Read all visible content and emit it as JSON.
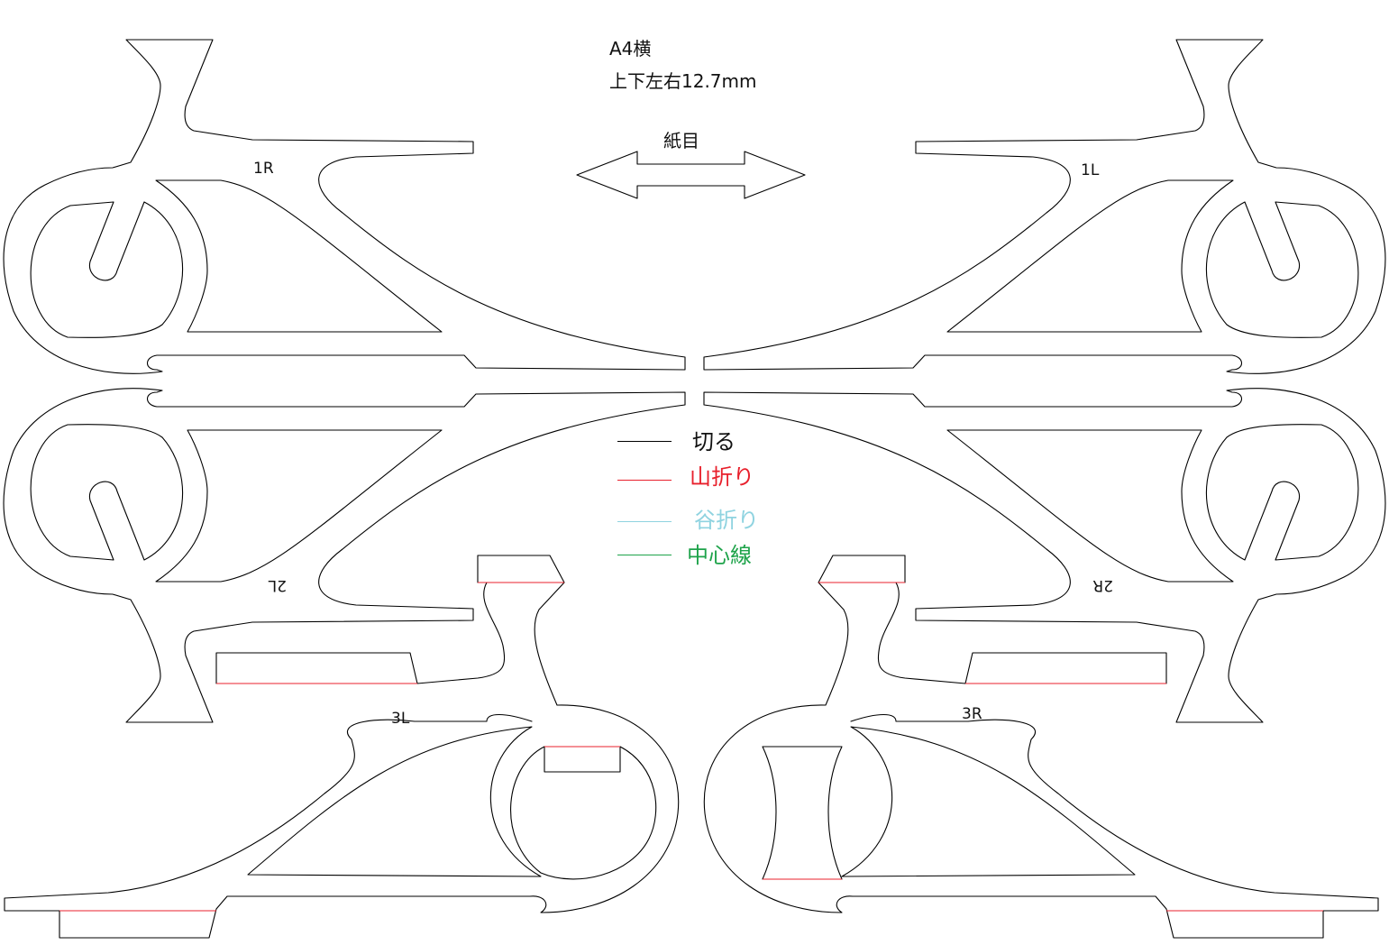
{
  "header": {
    "paper": "A4横",
    "margins": "上下左右12.7mm",
    "grain": "紙目"
  },
  "parts": {
    "p1r": "1R",
    "p1l": "1L",
    "p2l": "2L",
    "p2r": "2R",
    "p3l": "3L",
    "p3r": "3R"
  },
  "legend": {
    "cut": {
      "label": "切る",
      "color": "#000000"
    },
    "mountain": {
      "label": "山折り",
      "color": "#e8202c"
    },
    "valley": {
      "label": "谷折り",
      "color": "#8fd3e0"
    },
    "center": {
      "label": "中心線",
      "color": "#1ea34a"
    }
  }
}
